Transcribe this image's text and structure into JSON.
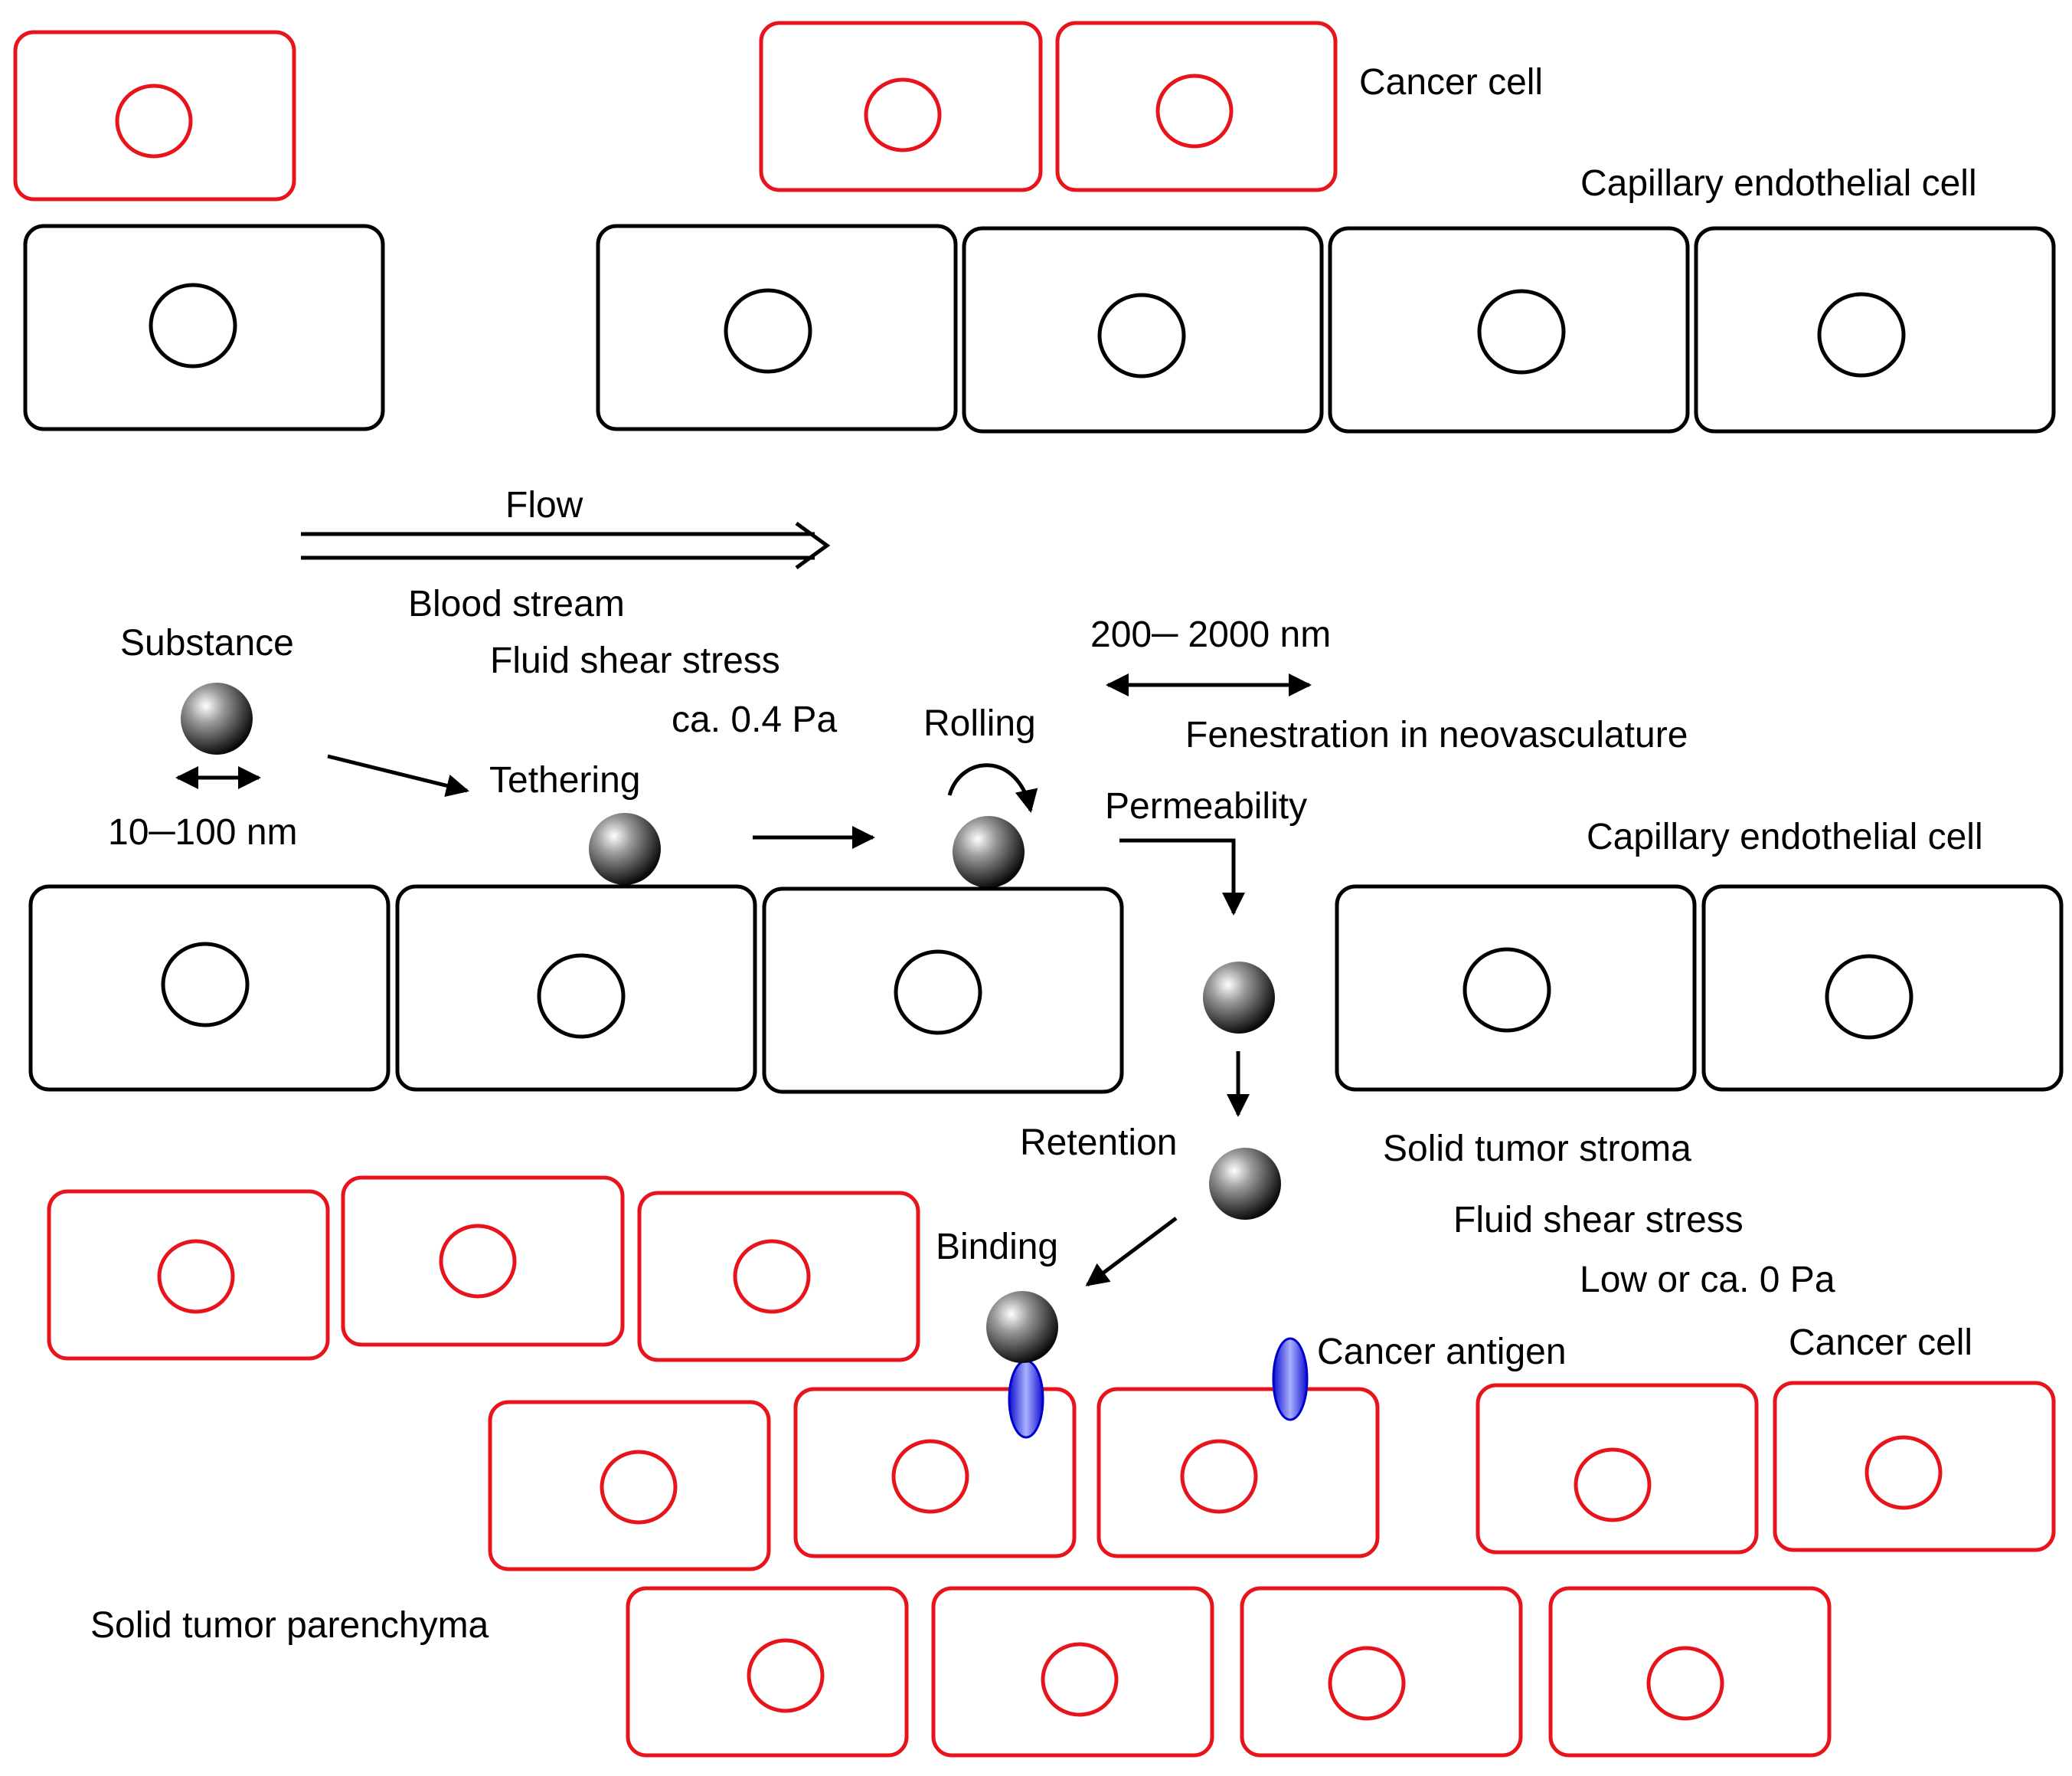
{
  "labels": {
    "cancer_cell_top": "Cancer cell",
    "endothelial_top": "Capillary endothelial cell",
    "flow": "Flow",
    "blood_stream": "Blood stream",
    "fluid_shear_blood": "Fluid shear stress",
    "shear_blood_value": "ca. 0.4 Pa",
    "substance": "Substance",
    "substance_size": "10─100 nm",
    "tethering": "Tethering",
    "rolling": "Rolling",
    "fenestration_size": "200─ 2000 nm",
    "fenestration": "Fenestration in neovasculature",
    "permeability": "Permeability",
    "endothelial_mid": "Capillary endothelial cell",
    "retention": "Retention",
    "stroma": "Solid tumor stroma",
    "fluid_shear_stroma": "Fluid shear stress",
    "shear_stroma_value": "Low or ca. 0 Pa",
    "binding": "Binding",
    "cancer_antigen": "Cancer antigen",
    "cancer_cell_bottom": "Cancer cell",
    "parenchyma": "Solid tumor parenchyma"
  },
  "colors": {
    "cancer_cell": "#e8141c",
    "endothelial_cell": "#000000",
    "antigen": "#1a1aff",
    "background": "#ffffff"
  }
}
